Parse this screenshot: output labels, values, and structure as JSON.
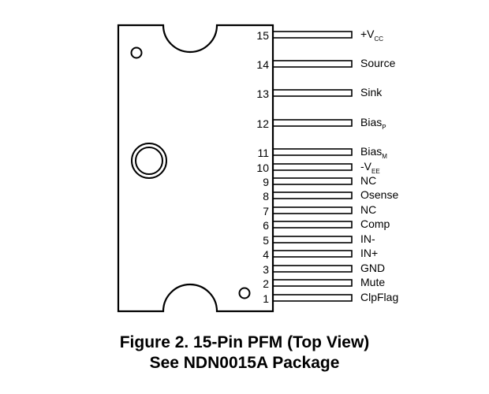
{
  "package": {
    "pins": [
      {
        "number": "15",
        "name": "+V",
        "sub": "CC"
      },
      {
        "number": "14",
        "name": "Source",
        "sub": ""
      },
      {
        "number": "13",
        "name": "Sink",
        "sub": ""
      },
      {
        "number": "12",
        "name": "Bias",
        "sub": "P"
      },
      {
        "number": "11",
        "name": "Bias",
        "sub": "M"
      },
      {
        "number": "10",
        "name": "-V",
        "sub": "EE"
      },
      {
        "number": "9",
        "name": "NC",
        "sub": ""
      },
      {
        "number": "8",
        "name": "Osense",
        "sub": ""
      },
      {
        "number": "7",
        "name": "NC",
        "sub": ""
      },
      {
        "number": "6",
        "name": "Comp",
        "sub": ""
      },
      {
        "number": "5",
        "name": "IN-",
        "sub": ""
      },
      {
        "number": "4",
        "name": "IN+",
        "sub": ""
      },
      {
        "number": "3",
        "name": "GND",
        "sub": ""
      },
      {
        "number": "2",
        "name": "Mute",
        "sub": ""
      },
      {
        "number": "1",
        "name": "ClpFlag",
        "sub": ""
      }
    ]
  },
  "caption": {
    "line1": "Figure 2.  15-Pin PFM (Top View)",
    "line2": "See NDN0015A Package"
  }
}
